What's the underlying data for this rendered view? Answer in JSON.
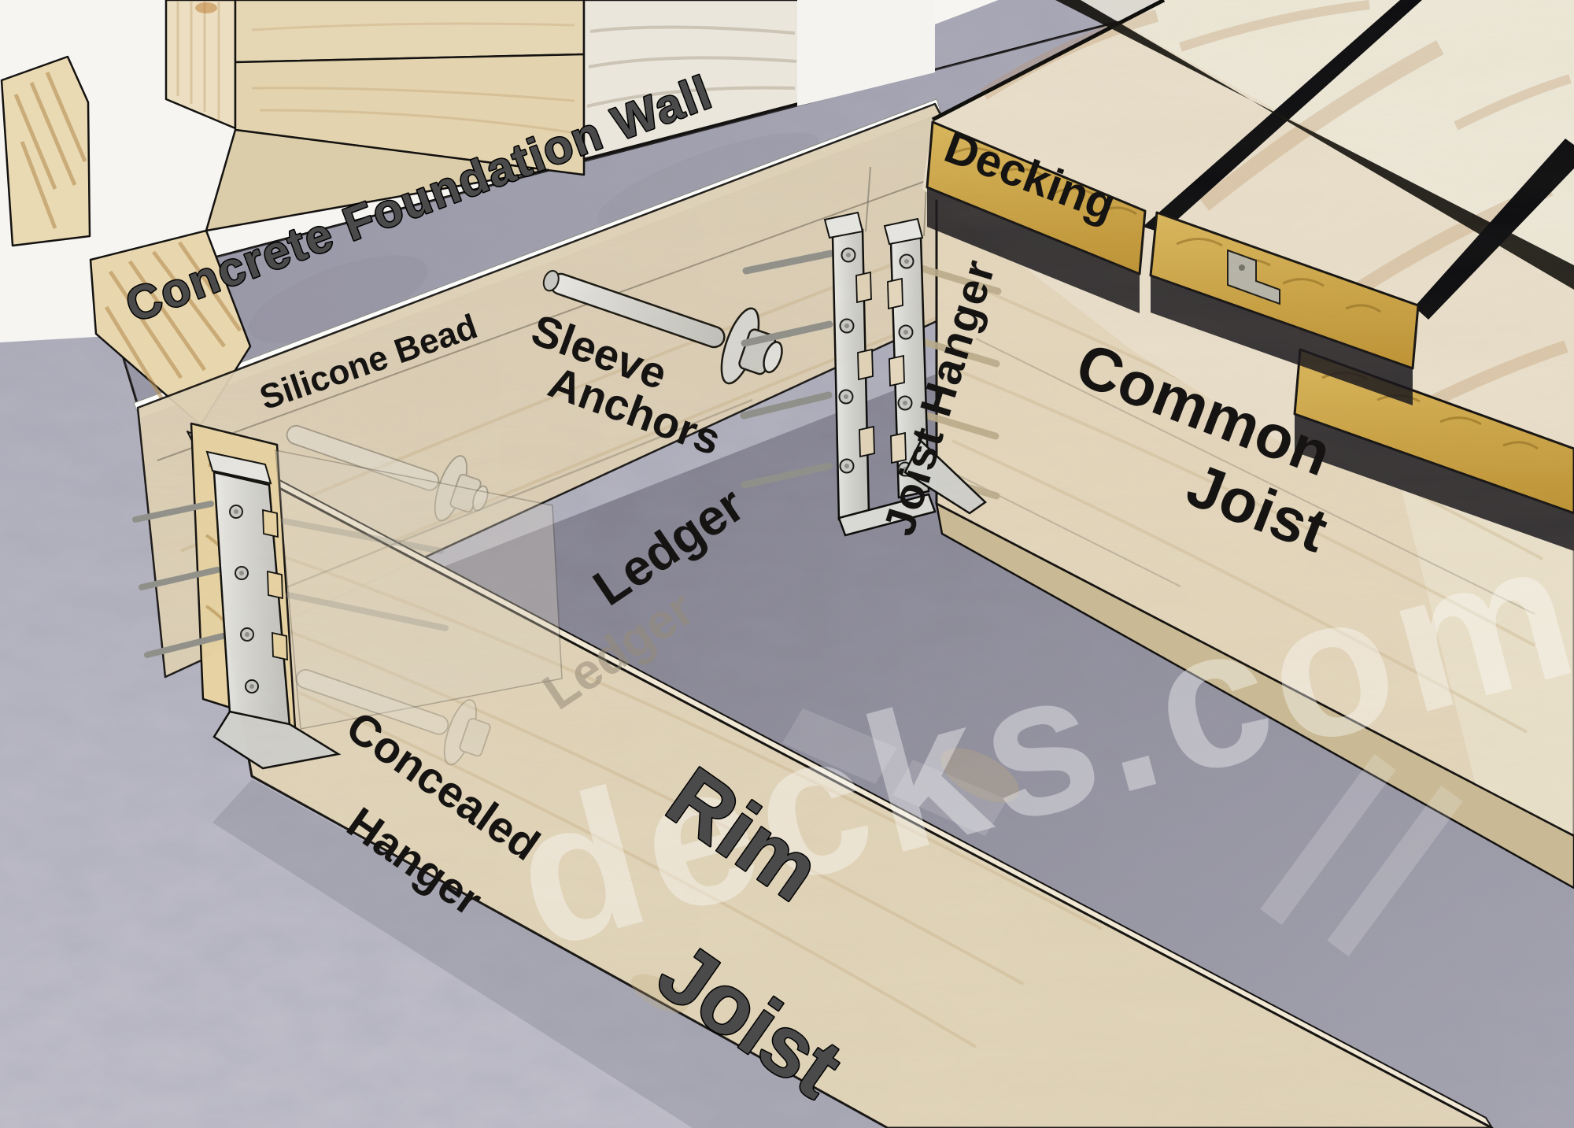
{
  "diagram": {
    "watermark": "decks.com",
    "labels": {
      "wall": "Concrete Foundation Wall",
      "silicone": "Silicone Bead",
      "sleeve_line1": "Sleeve",
      "sleeve_line2": "Anchors",
      "ledger": "Ledger",
      "decking": "Decking",
      "joist_hanger": "Joist Hanger",
      "common_line1": "Common",
      "common_line2": "Joist",
      "concealed_line1": "Concealed",
      "concealed_line2": "Hanger",
      "rim_line1": "Rim",
      "rim_line2": "Joist"
    },
    "colors": {
      "concrete_wall": "#a3a2b0",
      "ground": "#b6b5c1",
      "shadow_ground": "#83818e",
      "wood_face": "#e2d5b9",
      "wood_plate": "#e6d7b4",
      "end_grain_gold": "#cfa94e",
      "metal": "#d8d8d4",
      "silicone_white": "#fdfdfb",
      "label_text": "#161412",
      "watermark_white": "#ffffff"
    }
  }
}
